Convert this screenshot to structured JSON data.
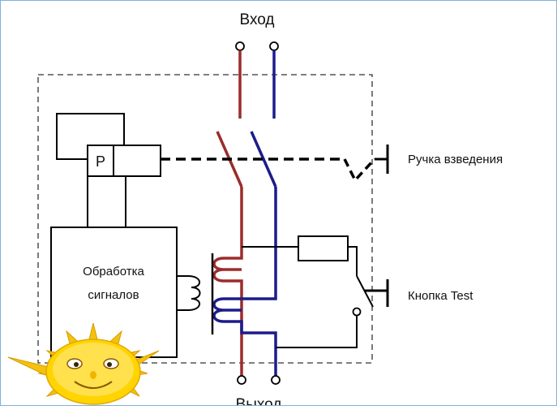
{
  "labels": {
    "input": "Вход",
    "output": "Выход",
    "relay": "P",
    "processing_line1": "Обработка",
    "processing_line2": "сигналов",
    "cocking_handle": "Ручка взведения",
    "test_button": "Кнопка Test"
  },
  "colors": {
    "phase": "#9b2c2c",
    "neutral": "#1c1c8c",
    "wire": "#000000",
    "dashed_box": "#333333",
    "sun_rays": "#f4c20d",
    "sun_face": "#ffe14d"
  },
  "icons": {
    "terminal": "terminal-circle-icon",
    "sun": "sun-mascot-icon"
  }
}
